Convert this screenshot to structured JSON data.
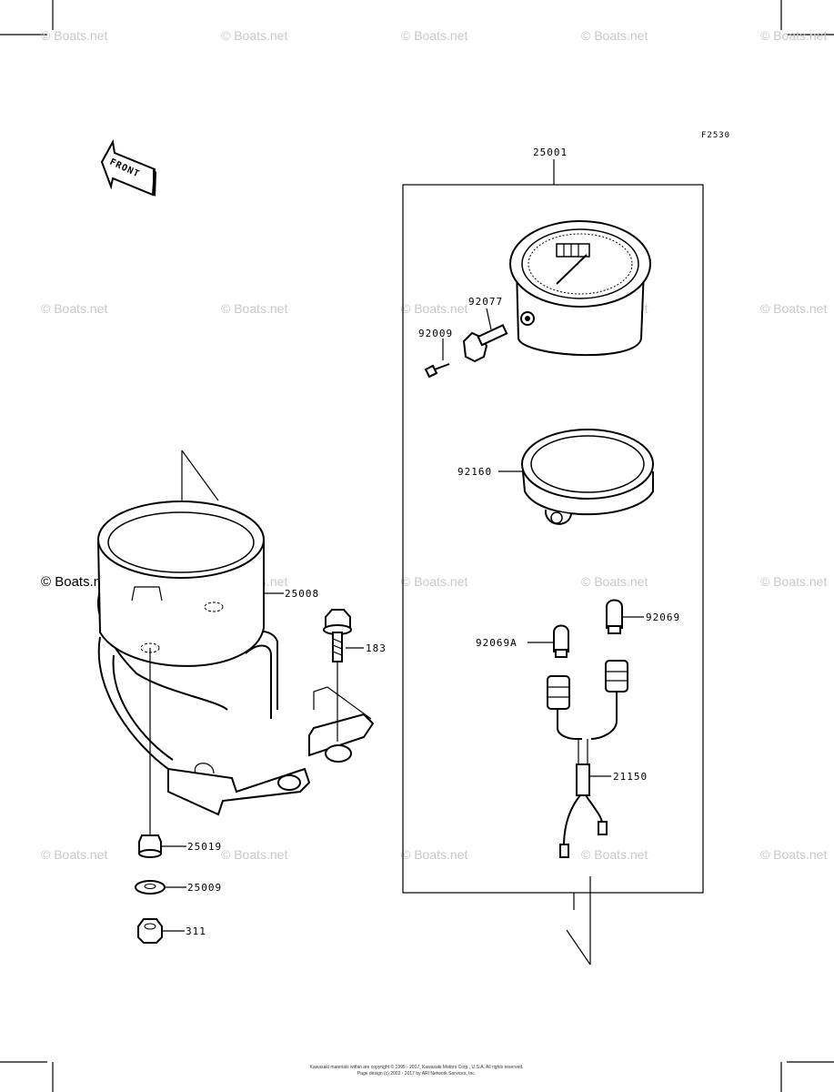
{
  "figure_code": "F2530",
  "front_label": "FRONT",
  "watermark": "© Boats.net",
  "footer_lines": [
    "Kawasaki materials within are copyright © 1995 - 2017, Kawasaki Motors Corp., U.S.A. All rights reserved.",
    "Page design (c) 2002 - 2017 by ARI Network Services, Inc."
  ],
  "parts": {
    "assembly": "25001",
    "cable_gear": "92077",
    "screw": "92009",
    "ring": "92160",
    "bulb": "92069",
    "bulb_a": "92069A",
    "harness": "21150",
    "bracket_cup": "25008",
    "bolt": "183",
    "collar": "25019",
    "washer": "25009",
    "nut": "311"
  }
}
